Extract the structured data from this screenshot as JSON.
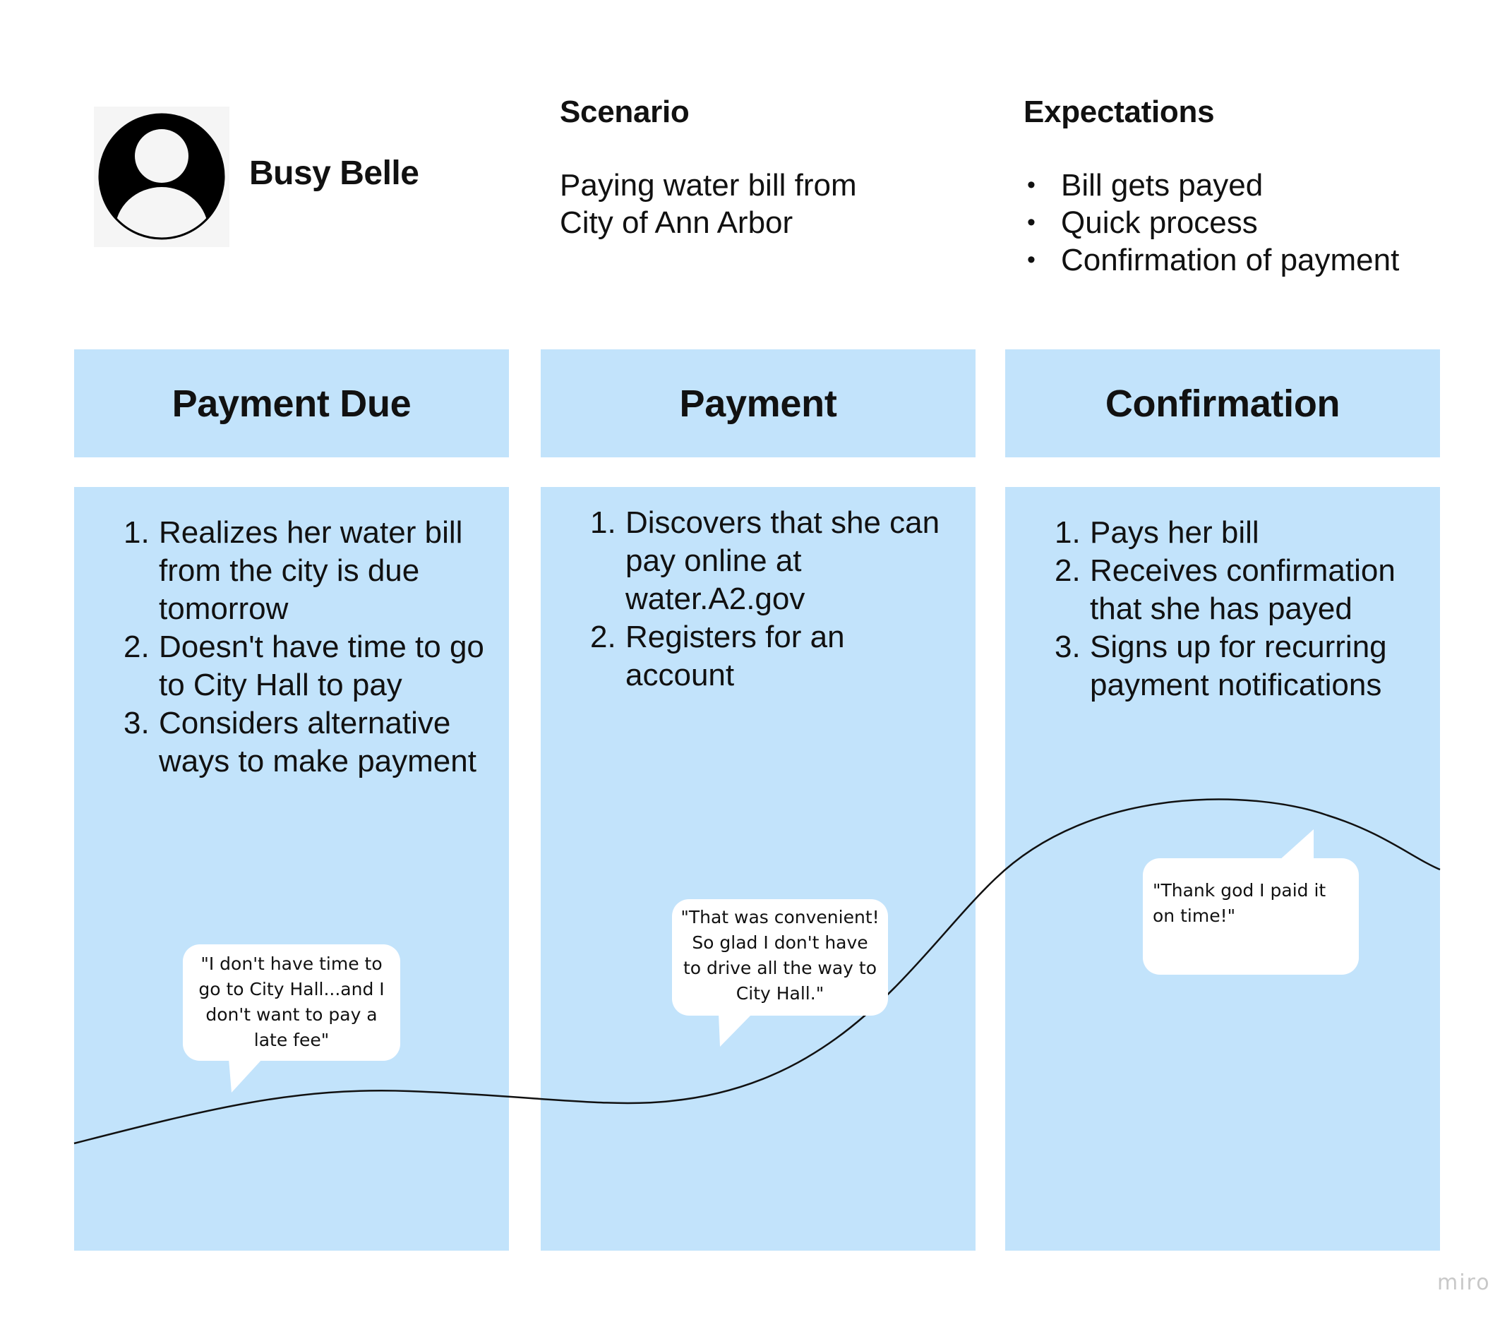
{
  "persona": {
    "name": "Busy Belle",
    "avatar_icon": "user-avatar-icon"
  },
  "scenario": {
    "heading": "Scenario",
    "text_line1": "Paying water bill from",
    "text_line2": "City of Ann Arbor"
  },
  "expectations": {
    "heading": "Expectations",
    "items": [
      "Bill gets payed",
      "Quick process",
      "Confirmation of payment"
    ]
  },
  "stages": [
    {
      "title": "Payment Due",
      "steps": [
        "Realizes her water bill from the city is due tomorrow",
        "Doesn't have time to go to City Hall to pay",
        "Considers alternative ways to make payment"
      ],
      "quote": "\"I don't have time to go to City Hall...and I don't want to pay a late fee\""
    },
    {
      "title": "Payment",
      "steps": [
        "Discovers that she can pay online at water.A2.gov",
        "Registers for an account"
      ],
      "quote": "\"That was convenient! So glad I don't have to drive all the way to City Hall.\""
    },
    {
      "title": "Confirmation",
      "steps": [
        "Pays her bill",
        "Receives confirmation that she has payed",
        "Signs up for recurring payment notifications"
      ],
      "quote": "\"Thank god I paid it on time!\""
    }
  ],
  "colors": {
    "stage_fill": "#c2e3fb",
    "bubble_fill": "#ffffff",
    "curve": "#111111"
  },
  "watermark": "miro"
}
